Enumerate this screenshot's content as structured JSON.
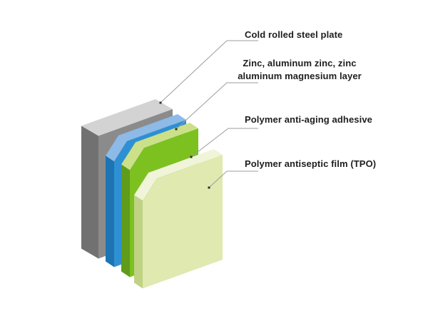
{
  "diagram": {
    "background_color": "#ffffff",
    "callout_line_color": "#9c9c9c",
    "callout_dot_color": "#2f2f2f",
    "label_text_color": "#1e1e1e",
    "layers": [
      {
        "id": "steel",
        "label_lines": [
          "Cold rolled steel plate"
        ],
        "colors": {
          "front": "#8b8b8b",
          "top": "#d3d3d3",
          "side": "#717171"
        }
      },
      {
        "id": "zinc",
        "label_lines": [
          "Zinc, aluminum zinc, zinc",
          "aluminum magnesium layer"
        ],
        "colors": {
          "front": "#2e90d3",
          "top": "#8dbae7",
          "side": "#1c74b2"
        }
      },
      {
        "id": "adhesive",
        "label_lines": [
          "Polymer anti-aging adhesive"
        ],
        "colors": {
          "front": "#7cc120",
          "top": "#cce089",
          "side": "#5f9c1b"
        }
      },
      {
        "id": "tpo",
        "label_lines": [
          "Polymer antiseptic film (TPO)"
        ],
        "colors": {
          "front": "#dfe9b0",
          "top": "#f0f4d9",
          "side": "#c0d284"
        }
      }
    ]
  }
}
